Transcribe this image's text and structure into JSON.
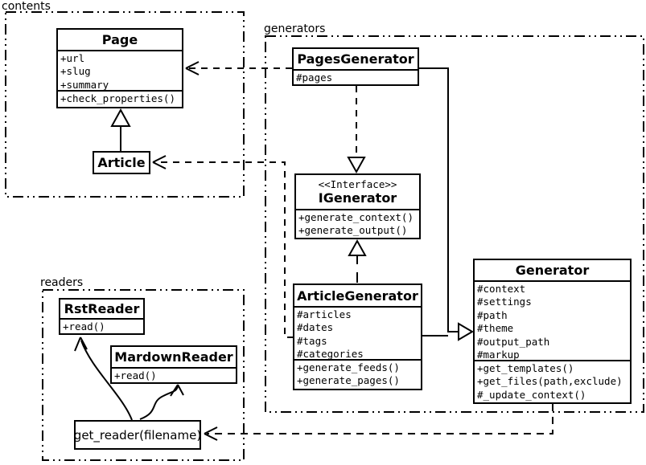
{
  "diagram_title": "UML class diagram",
  "colors": {
    "line": "#000000",
    "background": "#ffffff",
    "box_fill": "#ffffff"
  },
  "packages": {
    "contents": {
      "label": "contents"
    },
    "generators": {
      "label": "generators"
    },
    "readers": {
      "label": "readers"
    }
  },
  "classes": {
    "page": {
      "name": "Page",
      "attributes": [
        "+url",
        "+slug",
        "+summary"
      ],
      "methods": [
        "+check_properties()"
      ]
    },
    "article": {
      "name": "Article"
    },
    "pages_generator": {
      "name": "PagesGenerator",
      "attributes": [
        "#pages"
      ]
    },
    "igenerator": {
      "stereotype": "<<Interface>>",
      "name": "IGenerator",
      "methods": [
        "+generate_context()",
        "+generate_output()"
      ]
    },
    "article_generator": {
      "name": "ArticleGenerator",
      "attributes": [
        "#articles",
        "#dates",
        "#tags",
        "#categories"
      ],
      "methods": [
        "+generate_feeds()",
        "+generate_pages()"
      ]
    },
    "generator": {
      "name": "Generator",
      "attributes": [
        "#context",
        "#settings",
        "#path",
        "#theme",
        "#output_path",
        "#markup"
      ],
      "methods": [
        "+get_templates()",
        "+get_files(path,exclude)",
        "#_update_context()"
      ]
    },
    "rst_reader": {
      "name": "RstReader",
      "methods": [
        "+read()"
      ]
    },
    "mardown_reader": {
      "name": "MardownReader",
      "methods": [
        "+read()"
      ]
    },
    "get_reader": {
      "label": "get_reader(filename)"
    }
  },
  "relationships": [
    {
      "from": "PagesGenerator",
      "to": "Page",
      "type": "dependency-dashed-arrow"
    },
    {
      "from": "ArticleGenerator",
      "to": "Article",
      "type": "dependency-dashed-arrow"
    },
    {
      "from": "PagesGenerator",
      "to": "IGenerator",
      "type": "realization-dashed-hollow-triangle"
    },
    {
      "from": "ArticleGenerator",
      "to": "IGenerator",
      "type": "realization-dashed-hollow-triangle"
    },
    {
      "from": "PagesGenerator",
      "to": "Generator",
      "type": "inheritance-solid-hollow-triangle"
    },
    {
      "from": "ArticleGenerator",
      "to": "Generator",
      "type": "inheritance-solid-hollow-triangle"
    },
    {
      "from": "Article",
      "to": "Page",
      "type": "inheritance-solid-hollow-triangle"
    },
    {
      "from": "Generator",
      "to": "get_reader(filename)",
      "type": "dependency-dashed-arrow"
    },
    {
      "from": "get_reader(filename)",
      "to": "RstReader",
      "type": "curved-arrow"
    },
    {
      "from": "get_reader(filename)",
      "to": "MardownReader",
      "type": "curved-arrow"
    }
  ]
}
